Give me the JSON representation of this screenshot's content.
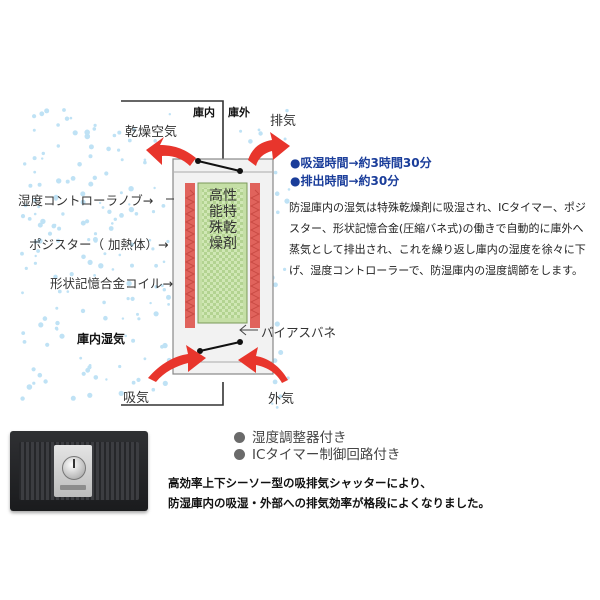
{
  "diagram": {
    "labels": {
      "inside": "庫内",
      "outside": "庫外",
      "dry_air": "乾燥空気",
      "exhaust": "排気",
      "knob": "湿度コントローラノブ→",
      "posistor": "ポジスター（ 加熱体）→",
      "coil": "形状記憶合金コイル→",
      "bias_spring": "バイアスバネ",
      "inner_humidity": "庫内湿気",
      "intake": "吸気",
      "outside_air": "外気",
      "desiccant": "高性能特殊乾燥剤"
    }
  },
  "info": {
    "highlights": [
      "●吸湿時間→約3時間30分",
      "●排出時間→約30分"
    ],
    "description": "防湿庫内の湿気は特殊乾燥剤に吸湿され、ICタイマー、ポジスター、形状記憶合金(圧縮バネ式)の働きで自動的に庫外へ蒸気として排出され、これを繰り返し庫内の湿度を徐々に下げ、湿度コントローラーで、防湿庫内の湿度調節をします。"
  },
  "features": [
    "湿度調整器付き",
    "ICタイマー制御回路付き"
  ],
  "bottom_text": [
    "高効率上下シーソー型の吸排気シャッターにより、",
    "防湿庫内の吸湿・外部への排気効率が格段によくなりました。"
  ],
  "colors": {
    "arrow_red": "#e8352c",
    "heater_red": "#e0635c",
    "highlight_blue": "#1a3d9a",
    "droplet_blue": "#bfe2f5",
    "desiccant_green": "#c5dfa6"
  }
}
